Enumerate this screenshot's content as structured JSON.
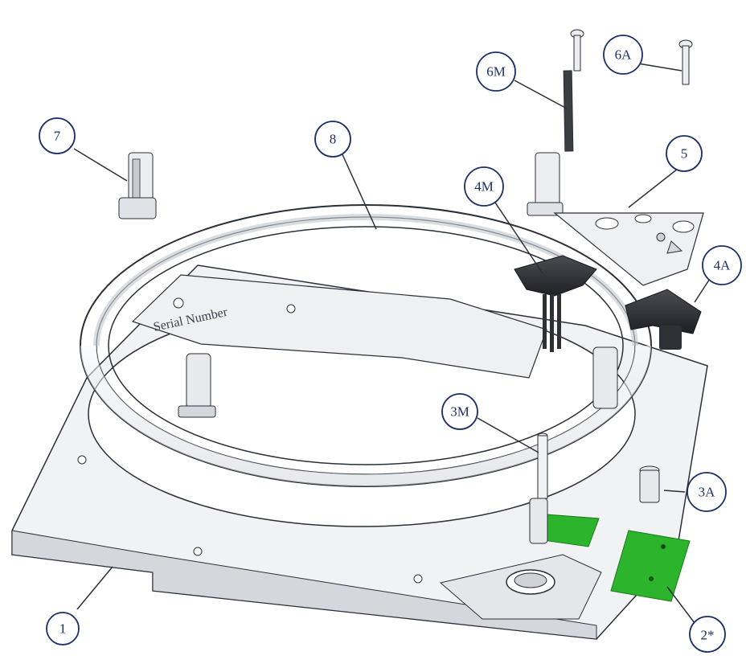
{
  "diagram": {
    "engraving": "Serial Number",
    "callouts": [
      {
        "id": "1",
        "label": "1"
      },
      {
        "id": "2",
        "label": "2*"
      },
      {
        "id": "3M",
        "label": "3M"
      },
      {
        "id": "3A",
        "label": "3A"
      },
      {
        "id": "4M",
        "label": "4M"
      },
      {
        "id": "4A",
        "label": "4A"
      },
      {
        "id": "5",
        "label": "5"
      },
      {
        "id": "6M",
        "label": "6M"
      },
      {
        "id": "6A",
        "label": "6A"
      },
      {
        "id": "7",
        "label": "7"
      },
      {
        "id": "8",
        "label": "8"
      }
    ],
    "colors": {
      "line": "#2b2f37",
      "part_fill": "#f1f2f4",
      "part_shade": "#d4d7dc",
      "dark_part": "#2e3035",
      "pcb_green": "#2cb42c",
      "callout_ring": "#1c2f66"
    }
  }
}
